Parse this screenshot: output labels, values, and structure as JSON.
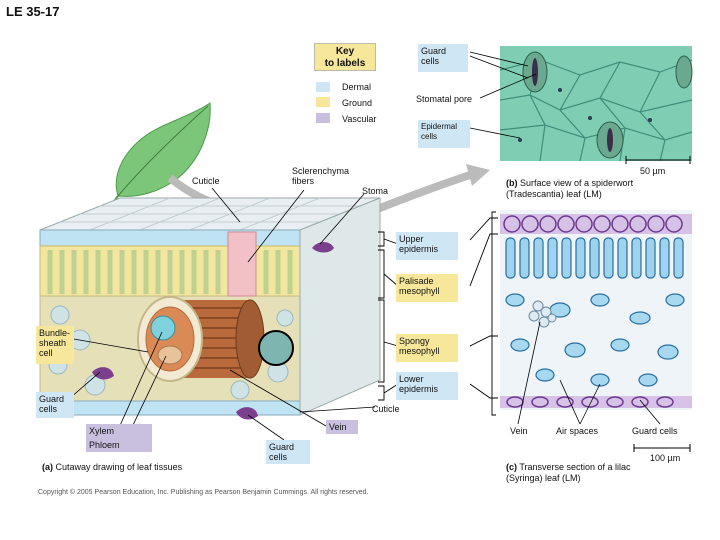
{
  "figure_id": "LE 35-17",
  "key": {
    "title": "Key\nto labels",
    "items": [
      {
        "label": "Dermal",
        "color": "#cfe7f5"
      },
      {
        "label": "Ground",
        "color": "#f7e79a"
      },
      {
        "label": "Vascular",
        "color": "#c9c0e0"
      }
    ]
  },
  "panel_b": {
    "labels": {
      "guard_cells": "Guard\ncells",
      "stomatal_pore": "Stomatal pore",
      "epidermal_cells": "Epidermal\ncells",
      "scale": "50 µm"
    },
    "caption_letter": "(b)",
    "caption_text": "Surface view of a spiderwort\n(Tradescantia) leaf (LM)"
  },
  "panel_a": {
    "labels": {
      "cuticle_top": "Cuticle",
      "sclerenchyma": "Sclerenchyma\nfibers",
      "stoma": "Stoma",
      "bundle_sheath": "Bundle-\nsheath\ncell",
      "guard_cells": "Guard\ncells",
      "xylem": "Xylem",
      "phloem": "Phloem",
      "guard_cells_bottom": "Guard\ncells",
      "vein": "Vein",
      "cuticle_bottom": "Cuticle"
    },
    "caption_letter": "(a)",
    "caption_text": "Cutaway drawing of leaf tissues"
  },
  "center_labels": {
    "upper_epidermis": "Upper\nepidermis",
    "palisade": "Palisade\nmesophyll",
    "spongy": "Spongy\nmesophyll",
    "lower_epidermis": "Lower\nepidermis"
  },
  "panel_c": {
    "labels": {
      "vein": "Vein",
      "air_spaces": "Air spaces",
      "guard_cells": "Guard cells",
      "scale": "100 µm"
    },
    "caption_letter": "(c)",
    "caption_text": "Transverse section of a lilac\n(Syringa) leaf (LM)"
  },
  "copyright": "Copyright © 2005 Pearson Education, Inc. Publishing as Pearson Benjamin Cummings. All rights reserved."
}
